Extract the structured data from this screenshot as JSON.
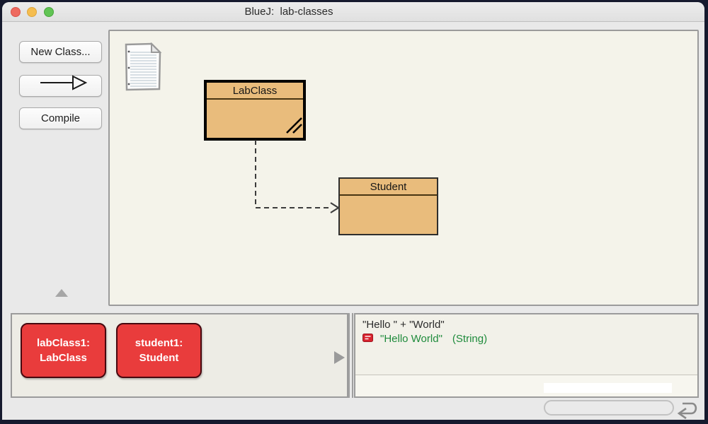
{
  "window": {
    "title": "BlueJ:  lab-classes"
  },
  "titlebar": {
    "close_icon": "close-traffic-light",
    "minimize_icon": "minimize-traffic-light",
    "zoom_icon": "zoom-traffic-light"
  },
  "toolbar": {
    "new_class_label": "New Class...",
    "arrow_button_icon": "uses-arrow-icon",
    "compile_label": "Compile"
  },
  "diagram": {
    "readme_icon": "readme-document-icon",
    "classes": [
      {
        "name": "LabClass",
        "state": "selected"
      },
      {
        "name": "Student",
        "state": "normal"
      }
    ],
    "relationship": "dashed uses-arrow from LabClass to Student"
  },
  "object_bench": {
    "objects": [
      {
        "name": "labClass1:",
        "type": "LabClass"
      },
      {
        "name": "student1:",
        "type": "Student"
      }
    ],
    "expander_icon": "right-triangle-icon"
  },
  "codepad": {
    "expression": "\"Hello \" + \"World\"",
    "result_icon": "object-reference-icon",
    "result_value": "\"Hello World\"",
    "result_type": "(String)",
    "input_value": ""
  },
  "footer": {
    "return_icon": "return-arrow-icon"
  },
  "colors": {
    "object_red": "#e93c3c",
    "class_fill": "#e9bc7c",
    "result_green": "#1f8b3c",
    "canvas_cream": "#f4f3ea",
    "frame_dark": "#161a2e"
  }
}
